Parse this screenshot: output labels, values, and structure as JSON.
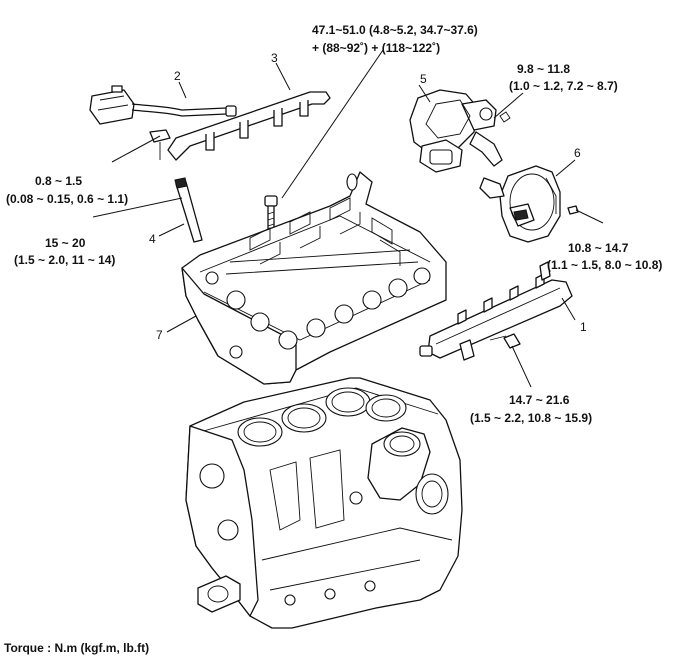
{
  "callouts": {
    "bolt_3_line1": "47.1~51.0 (4.8~5.2, 34.7~37.6)",
    "bolt_3_line2": "+ (88~92˚) + (118~122˚)",
    "part5_line1": "9.8 ~ 11.8",
    "part5_line2": "(1.0 ~ 1.2, 7.2 ~ 8.7)",
    "part2_line1": "0.8 ~ 1.5",
    "part2_line2": "(0.08 ~ 0.15, 0.6 ~ 1.1)",
    "part6_line1": "10.8 ~ 14.7",
    "part6_line2": "(1.1 ~ 1.5, 8.0 ~ 10.8)",
    "part4_line1": "15 ~ 20",
    "part4_line2": "(1.5 ~ 2.0, 11 ~ 14)",
    "part1_line1": "14.7 ~ 21.6",
    "part1_line2": "(1.5 ~ 2.2, 10.8 ~ 15.9)"
  },
  "part_numbers": {
    "p1": "1",
    "p2": "2",
    "p3": "3",
    "p4": "4",
    "p5": "5",
    "p6": "6",
    "p7": "7"
  },
  "legend": {
    "torque_units": "Torque : N.m (kgf.m, lb.ft)"
  }
}
